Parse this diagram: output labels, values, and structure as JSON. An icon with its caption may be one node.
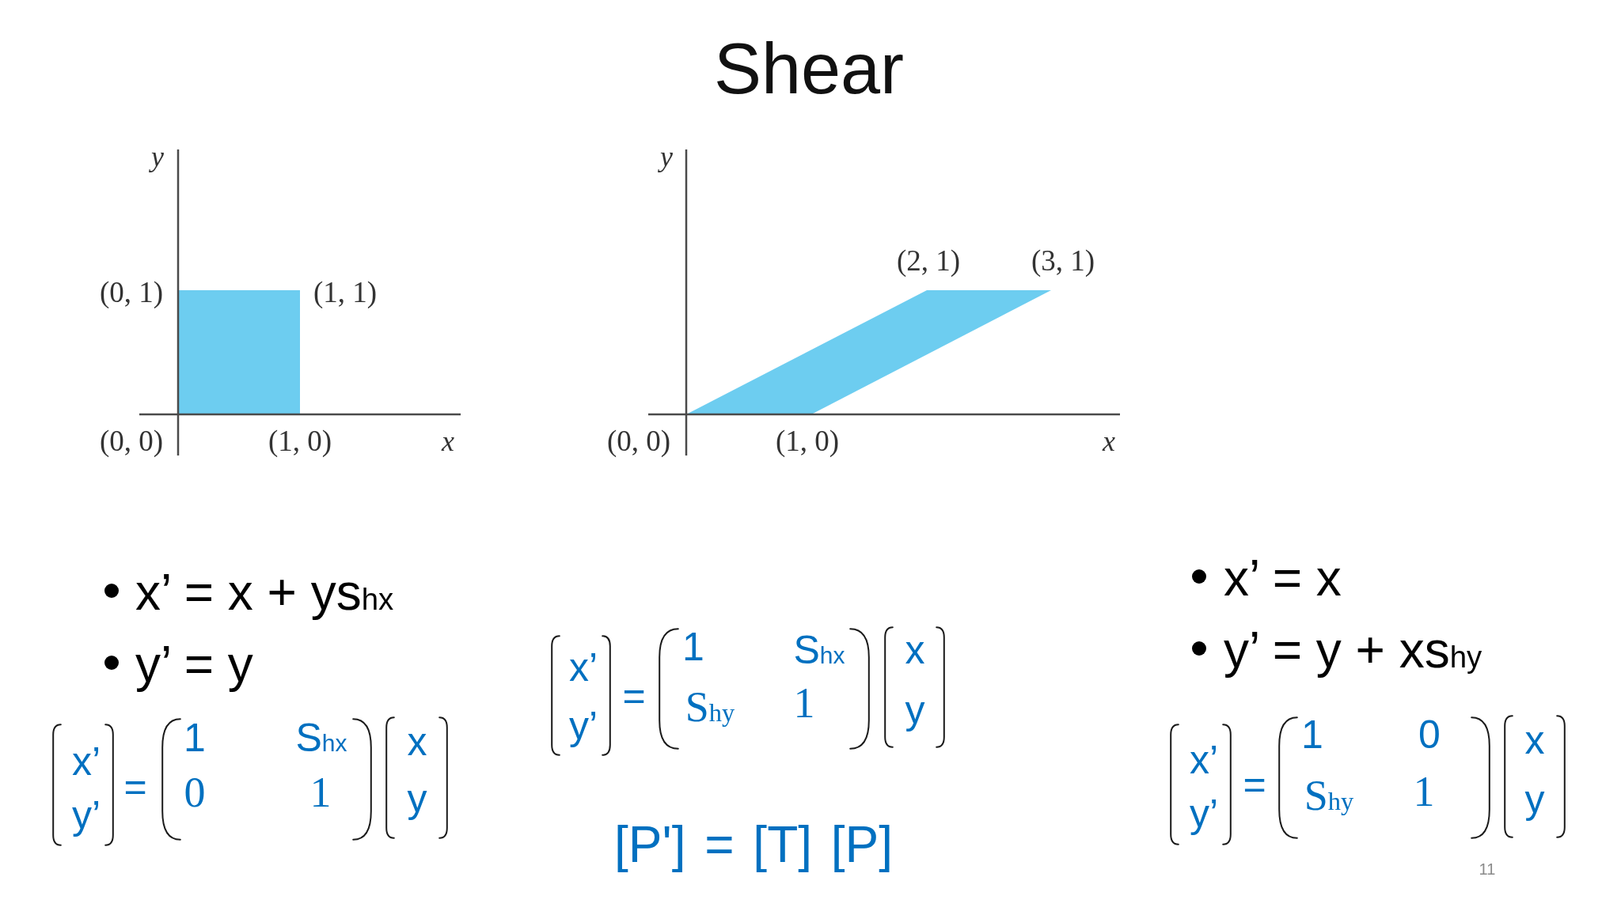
{
  "diagram": {
    "title": "Shear",
    "labels": [
      "y",
      "(0, 1)",
      "(1, 1)",
      "(0, 0)",
      "(1, 0)",
      "x",
      "y",
      "(2, 1)",
      "(3, 1)",
      "(0, 0)",
      "(1, 0)",
      "x",
      "x’ = x + ys$_{hx}$",
      "y’ = y",
      "x’",
      "y’",
      "=",
      "1",
      "S$_{hx}$",
      "0",
      "1",
      "x",
      "y",
      "x’",
      "y’",
      "=",
      "1",
      "S$_{hx}$",
      "S$_{hy}$",
      "1",
      "x",
      "y",
      "[P'] = [T] [P]",
      "x’ = x",
      "y’ = y + xs$_{hy}$",
      "x’",
      "y’",
      "=",
      "1",
      "0",
      "S$_{hy}$",
      "1",
      "x",
      "y",
      "11"
    ]
  }
}
